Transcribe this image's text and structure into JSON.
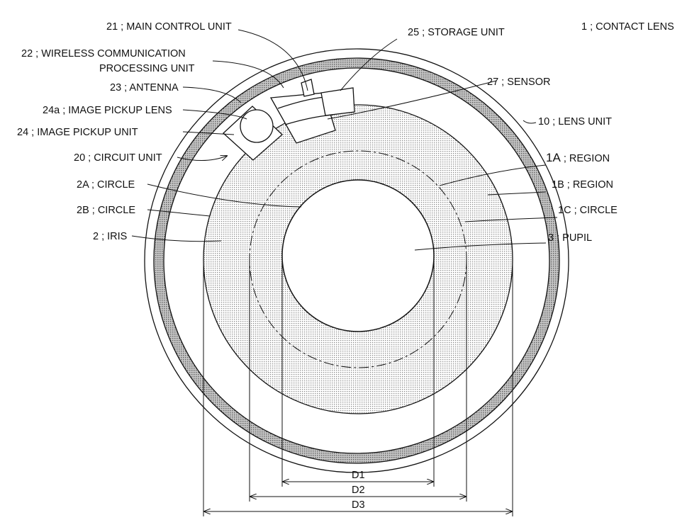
{
  "title_label": "1 ; CONTACT LENS",
  "labels": {
    "main_control": "21 ; MAIN CONTROL UNIT",
    "wireless_1": "22 ; WIRELESS COMMUNICATION",
    "wireless_2": "PROCESSING UNIT",
    "antenna": "23 ; ANTENNA",
    "pickup_lens": "24a ; IMAGE PICKUP LENS",
    "pickup_unit": "24 ; IMAGE PICKUP UNIT",
    "circuit": "20 ; CIRCUIT UNIT",
    "circle_2a": "2A ; CIRCLE",
    "circle_2b": "2B ; CIRCLE",
    "iris": "2 ; IRIS",
    "storage": "25 ; STORAGE UNIT",
    "sensor": "27 ; SENSOR",
    "lens_unit": "10 ; LENS UNIT",
    "region_1a_num": "1A",
    "region_1a": " ; REGION",
    "region_1b": "1B ; REGION",
    "circle_1c": "1C ; CIRCLE",
    "pupil": "3 ; PUPIL"
  },
  "dimensions": {
    "d1": "D1",
    "d2": "D2",
    "d3": "D3"
  },
  "colors": {
    "band": "#bdbdbd",
    "iris": "#dcdcdc",
    "line": "#111111"
  }
}
